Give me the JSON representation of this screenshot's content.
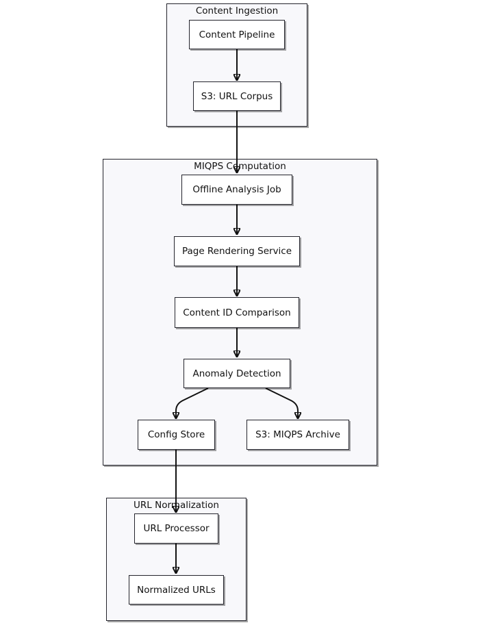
{
  "clusters": {
    "ingestion": "Content Ingestion",
    "miqps": "MIQPS Computation",
    "normalization": "URL Normalization"
  },
  "nodes": {
    "content_pipeline": "Content Pipeline",
    "s3_url_corpus": "S3: URL Corpus",
    "offline_analysis_job": "Offline Analysis Job",
    "page_rendering_service": "Page Rendering Service",
    "content_id_comparison": "Content ID Comparison",
    "anomaly_detection": "Anomaly Detection",
    "config_store": "Config Store",
    "s3_miqps_archive": "S3: MIQPS Archive",
    "url_processor": "URL Processor",
    "normalized_urls": "Normalized URLs"
  },
  "edges": [
    [
      "content_pipeline",
      "s3_url_corpus"
    ],
    [
      "s3_url_corpus",
      "offline_analysis_job"
    ],
    [
      "offline_analysis_job",
      "page_rendering_service"
    ],
    [
      "page_rendering_service",
      "content_id_comparison"
    ],
    [
      "content_id_comparison",
      "anomaly_detection"
    ],
    [
      "anomaly_detection",
      "config_store"
    ],
    [
      "anomaly_detection",
      "s3_miqps_archive"
    ],
    [
      "config_store",
      "url_processor"
    ],
    [
      "url_processor",
      "normalized_urls"
    ]
  ]
}
